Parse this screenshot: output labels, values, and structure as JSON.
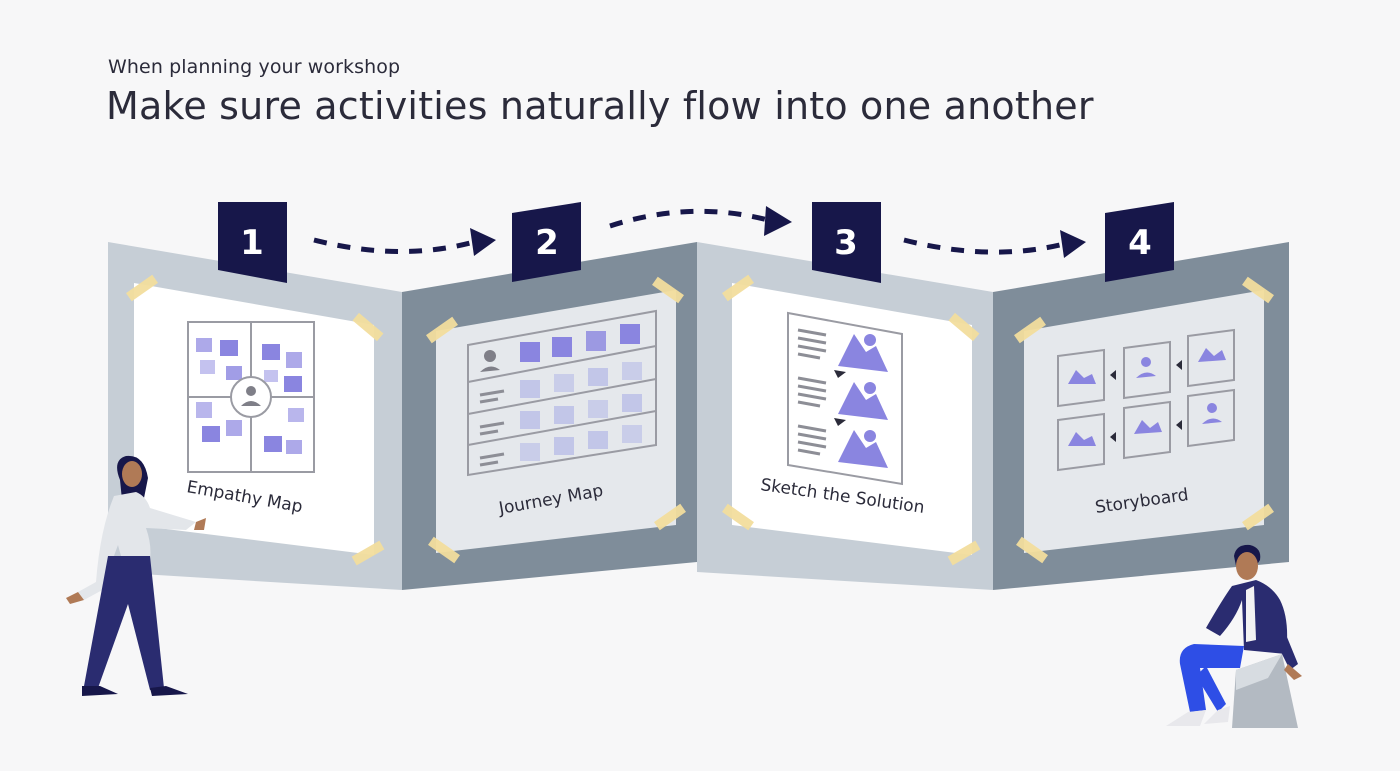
{
  "header": {
    "subtitle": "When planning your workshop",
    "title": "Make sure activities naturally flow into one another"
  },
  "steps": [
    {
      "number": "1",
      "label": "Empathy Map"
    },
    {
      "number": "2",
      "label": "Journey Map"
    },
    {
      "number": "3",
      "label": "Sketch the Solution"
    },
    {
      "number": "4",
      "label": "Storyboard"
    }
  ],
  "colors": {
    "badge": "#17174a",
    "panel_light": "#c6ced6",
    "panel_dark": "#7f8d9a",
    "accent": "#8a85e0",
    "tape": "#f3de9e"
  }
}
